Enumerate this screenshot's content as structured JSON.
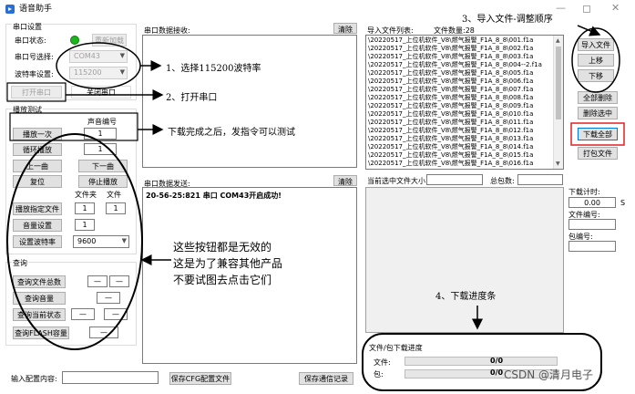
{
  "window": {
    "title": "语音助手"
  },
  "serial": {
    "group_label": "串口设置",
    "status_label": "串口状态:",
    "refresh_label": "重新加载",
    "port_label": "串口号选择:",
    "port_value": "COM43",
    "baud_label": "波特率设置:",
    "baud_value": "115200",
    "open_label": "打开串口",
    "close_label": "关闭串口",
    "status_color": "#1db51d"
  },
  "play": {
    "group_label": "播放测试",
    "voice_no_label": "声音编号",
    "play_once": "播放一次",
    "loop_play": "循环播放",
    "prev": "上一曲",
    "next": "下一曲",
    "reset": "复位",
    "stop": "停止播放",
    "folder_label": "文件夹",
    "file_label": "文件",
    "play_file": "播放指定文件",
    "volume_set": "音量设置",
    "baud_set": "设置波特率",
    "voice_no_value": "1",
    "loop_value": "1",
    "folder_value": "1",
    "file_value": "1",
    "volume_value": "1",
    "baud_value": "9600"
  },
  "query": {
    "group_label": "查询",
    "total": "查询文件总数",
    "volume": "查询音量",
    "state": "查询当前状态",
    "flash": "查询FLASH容量",
    "dash": "—"
  },
  "recv": {
    "label": "串口数据接收:",
    "clear": "清除"
  },
  "send": {
    "label": "串口数据发送:",
    "clear": "清除",
    "log": "20-56-25:821 串口 COM43开启成功!"
  },
  "files": {
    "list_label": "导入文件列表:",
    "count_label": "文件数量:28",
    "items": [
      "\\20220517_上位机软件_V8\\燃气报警_F1A_8_8\\001.f1a",
      "\\20220517_上位机软件_V8\\燃气报警_F1A_8_8\\002.f1a",
      "\\20220517_上位机软件_V8\\燃气报警_F1A_8_8\\003.f1a",
      "\\20220517_上位机软件_V8\\燃气报警_F1A_8_8\\004--2.f1a",
      "\\20220517_上位机软件_V8\\燃气报警_F1A_8_8\\005.f1a",
      "\\20220517_上位机软件_V8\\燃气报警_F1A_8_8\\006.f1a",
      "\\20220517_上位机软件_V8\\燃气报警_F1A_8_8\\007.f1a",
      "\\20220517_上位机软件_V8\\燃气报警_F1A_8_8\\008.f1a",
      "\\20220517_上位机软件_V8\\燃气报警_F1A_8_8\\009.f1a",
      "\\20220517_上位机软件_V8\\燃气报警_F1A_8_8\\010.f1a",
      "\\20220517_上位机软件_V8\\燃气报警_F1A_8_8\\011.f1a",
      "\\20220517_上位机软件_V8\\燃气报警_F1A_8_8\\012.f1a",
      "\\20220517_上位机软件_V8\\燃气报警_F1A_8_8\\013.f1a",
      "\\20220517_上位机软件_V8\\燃气报警_F1A_8_8\\014.f1a",
      "\\20220517_上位机软件_V8\\燃气报警_F1A_8_8\\015.f1a",
      "\\20220517_上位机软件_V8\\燃气报警_F1A_8_8\\016.f1a"
    ],
    "import_btn": "导入文件",
    "up_btn": "上移",
    "down_btn": "下移",
    "delete_all": "全部删除",
    "delete_sel": "删除选中",
    "download_all": "下载全部",
    "pack": "打包文件",
    "highlight_color": "#e02020"
  },
  "download": {
    "cur_size_label": "当前选中文件大小:",
    "total_pkg_label": "总包数:",
    "timer_label": "下载计时:",
    "timer_value": "0.00",
    "timer_unit": "S",
    "file_no_label": "文件编号:",
    "pkg_no_label": "包编号:",
    "progress_title": "文件/包下载进度",
    "file_label": "文件:",
    "pkg_label": "包:",
    "file_progress": "0/0",
    "pkg_progress": "0/0"
  },
  "bottom": {
    "input_label": "输入配置内容:",
    "save_cfg": "保存CFG配置文件",
    "save_log": "保存通信记录"
  },
  "annotations": {
    "a1": "1、选择115200波特率",
    "a2": "2、打开串口",
    "a3": "3、导入文件-调整顺序",
    "a4": "4、下载进度条",
    "a5": "下载完成之后，发指令可以测试",
    "big1": "这些按钮都是无效的",
    "big2": "这是为了兼容其他产品",
    "big3": "不要试图去点击它们"
  },
  "watermark": "CSDN @清月电子"
}
